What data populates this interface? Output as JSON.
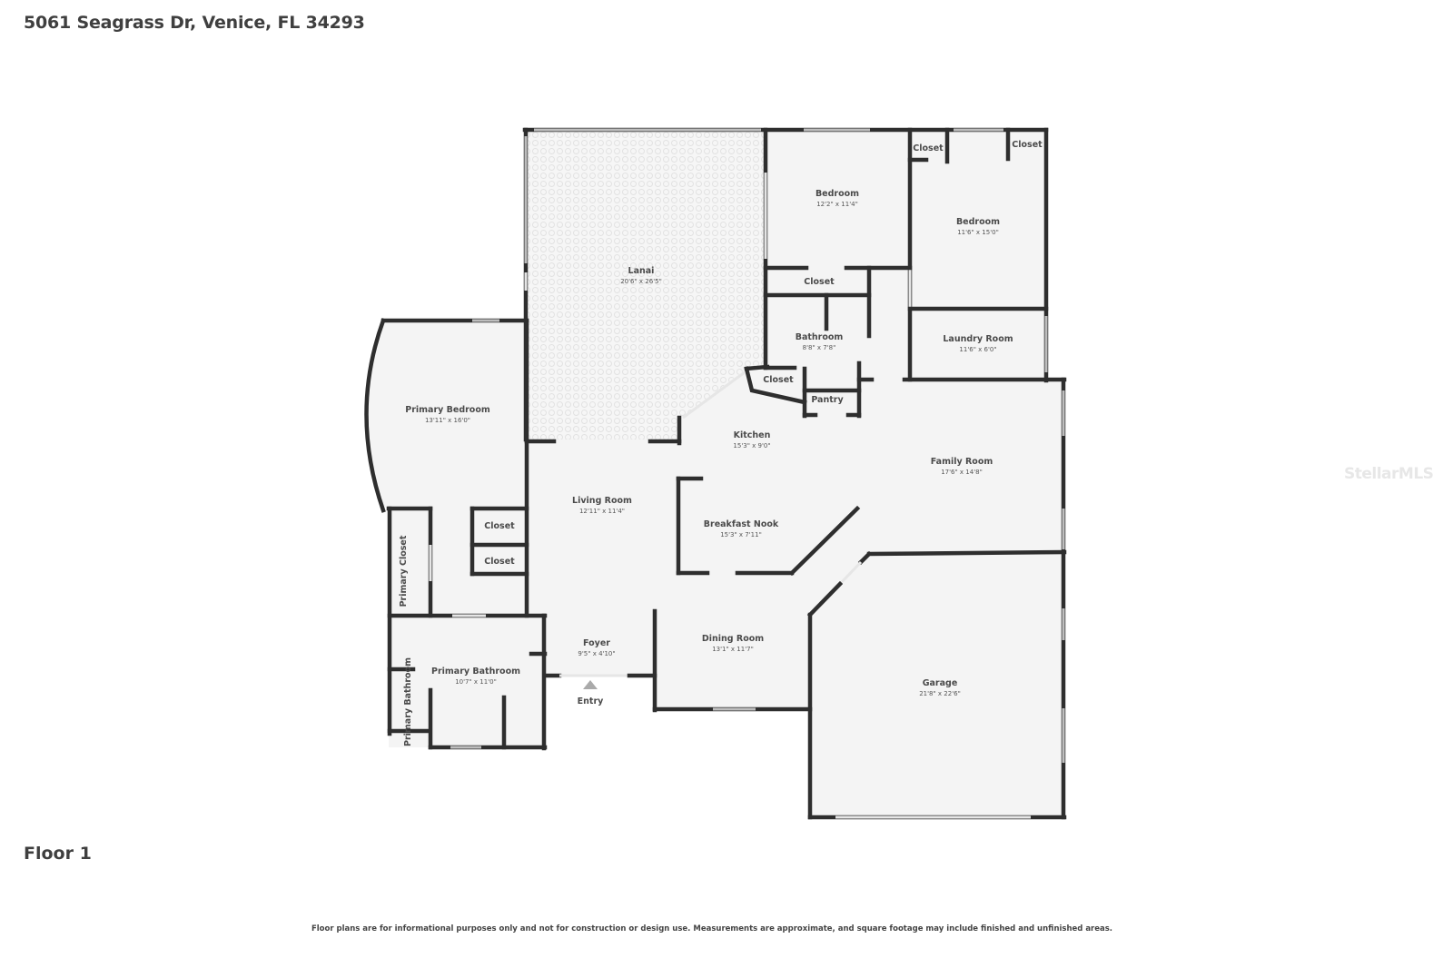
{
  "header": {
    "address": "5061 Seagrass Dr, Venice, FL 34293"
  },
  "floor_label": "Floor 1",
  "watermark": "StellarMLS",
  "disclaimer": "Floor plans are for informational purposes only and not for construction or design use. Measurements are approximate, and square footage may include finished and unfinished areas.",
  "entry_label": "Entry",
  "colors": {
    "wall": "#2e2e2e",
    "floor": "#f4f4f4",
    "text": "#4a4a4a",
    "lanai_pattern": "#e9e9e9"
  },
  "rooms": [
    {
      "name": "Lanai",
      "dims": "20'6\" x 26'5\""
    },
    {
      "name": "Bedroom",
      "dims": "12'2\" x 11'4\""
    },
    {
      "name": "Bedroom",
      "dims": "11'6\" x 15'0\""
    },
    {
      "name": "Closet",
      "dims": ""
    },
    {
      "name": "Closet",
      "dims": ""
    },
    {
      "name": "Closet",
      "dims": ""
    },
    {
      "name": "Bathroom",
      "dims": "8'8\" x 7'8\""
    },
    {
      "name": "Laundry Room",
      "dims": "11'6\" x 6'0\""
    },
    {
      "name": "Closet",
      "dims": ""
    },
    {
      "name": "Pantry",
      "dims": ""
    },
    {
      "name": "Primary Bedroom",
      "dims": "13'11\" x 16'0\""
    },
    {
      "name": "Kitchen",
      "dims": "15'3\" x 9'0\""
    },
    {
      "name": "Family Room",
      "dims": "17'6\" x 14'8\""
    },
    {
      "name": "Living Room",
      "dims": "12'11\" x 11'4\""
    },
    {
      "name": "Breakfast Nook",
      "dims": "15'3\" x 7'11\""
    },
    {
      "name": "Closet",
      "dims": ""
    },
    {
      "name": "Closet",
      "dims": ""
    },
    {
      "name": "Primary Closet",
      "dims": ""
    },
    {
      "name": "Foyer",
      "dims": "9'5\" x 4'10\""
    },
    {
      "name": "Dining Room",
      "dims": "13'1\" x 11'7\""
    },
    {
      "name": "Primary Bathroom",
      "dims": "10'7\" x 11'0\""
    },
    {
      "name": "Primary Bathroom",
      "dims": ""
    },
    {
      "name": "Garage",
      "dims": "21'8\" x 22'6\""
    }
  ]
}
